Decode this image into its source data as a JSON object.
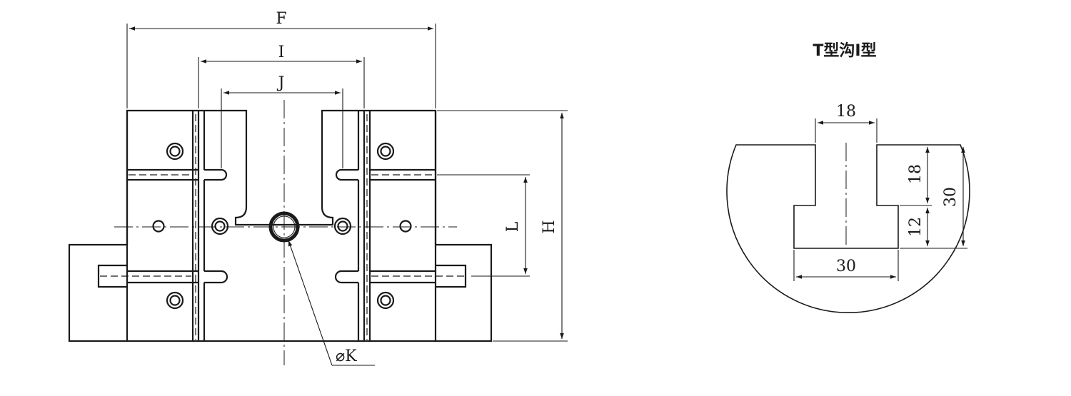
{
  "left_view": {
    "labels": {
      "F": "F",
      "I": "I",
      "J": "J",
      "L": "L",
      "H": "H",
      "K": "⌀K"
    }
  },
  "right_view": {
    "title": "T型沟I型",
    "dims": {
      "top_width": "18",
      "bottom_width": "30",
      "depth_upper": "18",
      "depth_lower": "12",
      "total_depth": "30"
    }
  }
}
